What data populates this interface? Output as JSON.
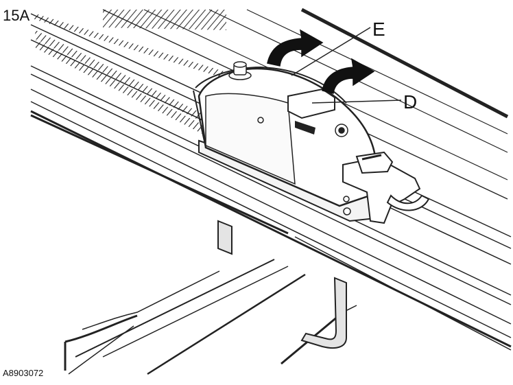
{
  "figure": {
    "step_label": "15A",
    "callouts": {
      "e": "E",
      "d": "D"
    },
    "reference_code": "A8903072"
  }
}
